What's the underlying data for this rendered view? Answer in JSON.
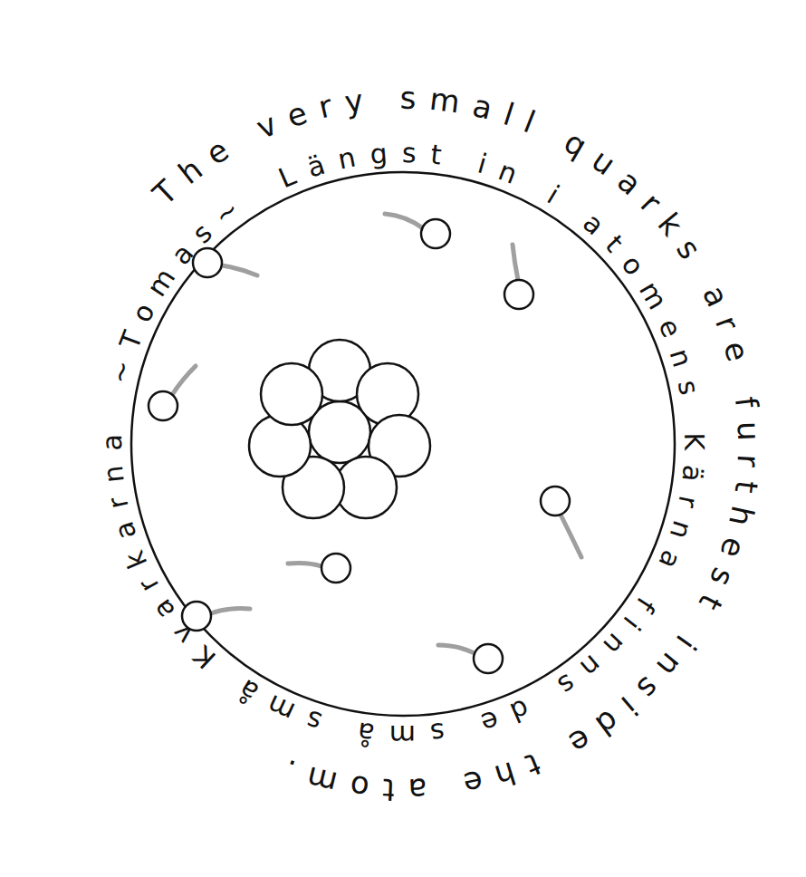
{
  "diagram": {
    "labels": [
      "The very small quarks are furthest inside the atom.",
      "Längst in i atomens Kärna finns de små små Kvarkarna",
      "~Tomas~"
    ]
  }
}
